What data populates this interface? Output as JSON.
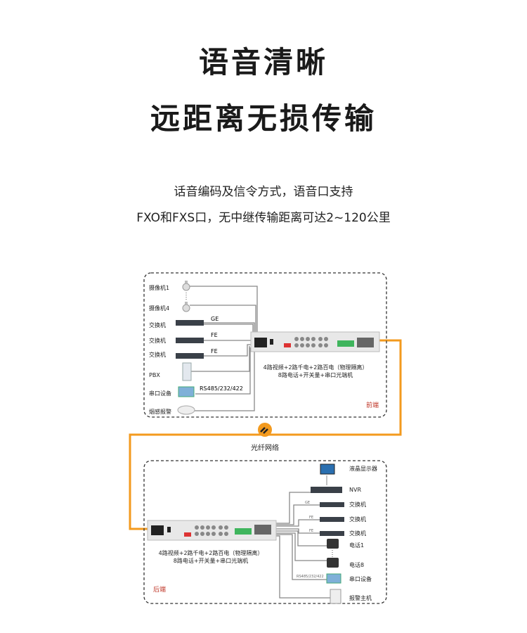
{
  "heading": {
    "line1": "语音清晰",
    "line2": "远距离无损传输"
  },
  "description": {
    "line1": "话音编码及信令方式，语音口支持",
    "line2": "FXO和FXS口，无中继传输距离可达2~120公里"
  },
  "diagram": {
    "front": {
      "tag": "前端",
      "devices": [
        "摄像机1",
        "摄像机4",
        "交换机",
        "交换机",
        "交换机",
        "PBX",
        "串口设备",
        "烟感报警"
      ],
      "links": [
        "GE",
        "FE",
        "FE",
        "RS485/232/422"
      ],
      "caption1": "4路视频+2路千电+2路百电（物理隔离）",
      "caption2": "8路电话+开关量+串口光端机"
    },
    "network": "光纤网络",
    "back": {
      "tag": "后端",
      "devices": [
        "液晶显示器",
        "NVR",
        "交换机",
        "交换机",
        "交换机",
        "电话1",
        "电话8",
        "串口设备",
        "报警主机"
      ],
      "links": [
        "GE",
        "FE",
        "FE",
        "RS485/232/422"
      ],
      "caption1": "4路视频+2路千电+2路百电（物理隔离）",
      "caption2": "8路电话+开关量+串口光端机"
    },
    "colors": {
      "fiber": "#f39a1e",
      "tag": "#c0392b"
    }
  }
}
